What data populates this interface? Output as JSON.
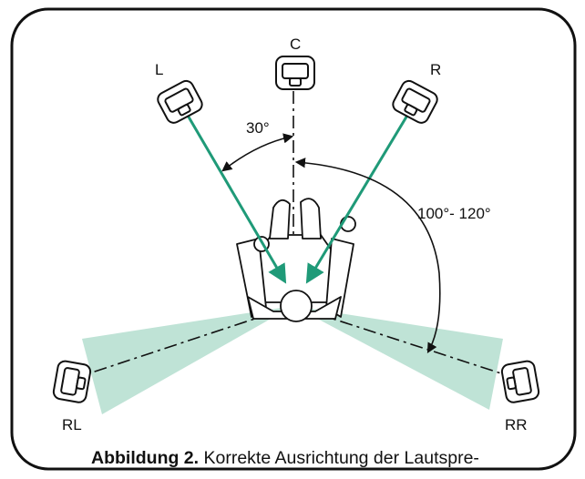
{
  "diagram": {
    "speakers": [
      {
        "id": "C",
        "label": "C"
      },
      {
        "id": "L",
        "label": "L"
      },
      {
        "id": "R",
        "label": "R"
      },
      {
        "id": "RL",
        "label": "RL"
      },
      {
        "id": "RR",
        "label": "RR"
      }
    ],
    "angles": {
      "front": "30°",
      "rear": "100°- 120°"
    }
  },
  "caption": {
    "figure_label": "Abbildung 2.",
    "text": " Korrekte Ausrichtung der Lautspre-"
  },
  "colors": {
    "accent": "#1f9a78",
    "cone": "#bfe3d6",
    "stroke": "#111111"
  }
}
